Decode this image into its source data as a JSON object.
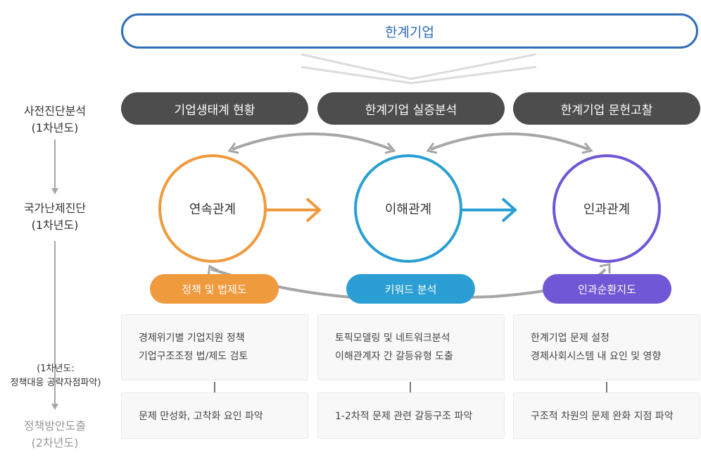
{
  "title": "한계기업",
  "left_stages": [
    {
      "line1": "사전진단분석",
      "line2": "(1차년도)"
    },
    {
      "line1": "국가난제진단",
      "line2": "(1차년도)"
    },
    {
      "line1": "(1차년도:",
      "line2": "정책대응 공략자점파악)"
    },
    {
      "line1": "정책방안도출",
      "line2": "(2차년도)"
    }
  ],
  "analysis_steps": [
    "기업생태계 현황",
    "한계기업 실증분석",
    "한계기업 문헌고찰"
  ],
  "relations": [
    "연속관계",
    "이해관계",
    "인과관계"
  ],
  "methods": [
    "정책 및 법제도",
    "키워드 분석",
    "인과순환지도"
  ],
  "detail_boxes": [
    [
      "경제위기별 기업지원 정책",
      "기업구조조정 법/제도 검토"
    ],
    [
      "토픽모델링 및 네트워크분석",
      "이해관계자 간 갈등유형 도출"
    ],
    [
      "한계기업 문제 설정",
      "경제사회시스템 내 요인 및 영향"
    ]
  ],
  "result_boxes": [
    "문제 만성화, 고착화 요인 파악",
    "1-2차적 문제 관련 갈등구조 파악",
    "구조적 차원의 문제 완화 지점 파악"
  ],
  "colors": {
    "title_border": "#2f6db5",
    "dark_pill": "#4d4d4d",
    "orange": "#f09a3e",
    "blue": "#2b9fd3",
    "purple": "#6f57d6",
    "gray_line": "#a6a6a6",
    "muted_text": "#999999"
  }
}
